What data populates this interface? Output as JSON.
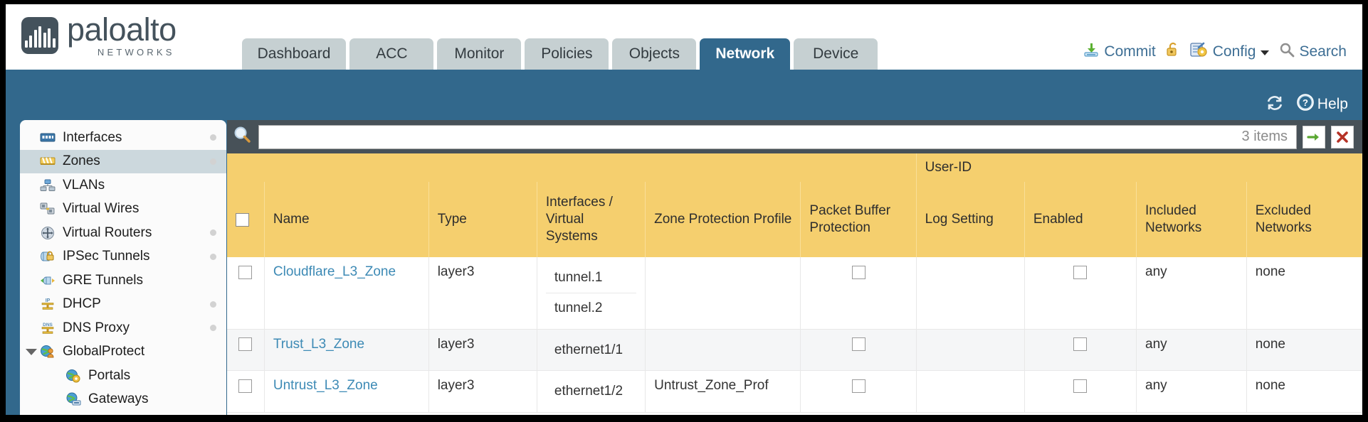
{
  "brand": {
    "name": "paloalto",
    "tagline": "NETWORKS",
    "registered": "®"
  },
  "nav": {
    "tabs": [
      {
        "label": "Dashboard",
        "active": false
      },
      {
        "label": "ACC",
        "active": false
      },
      {
        "label": "Monitor",
        "active": false
      },
      {
        "label": "Policies",
        "active": false
      },
      {
        "label": "Objects",
        "active": false
      },
      {
        "label": "Network",
        "active": true
      },
      {
        "label": "Device",
        "active": false
      }
    ]
  },
  "top_actions": {
    "commit": "Commit",
    "lock": "",
    "config": "Config",
    "search": "Search"
  },
  "blueband": {
    "refresh": "",
    "help": "Help"
  },
  "sidebar": {
    "items": [
      {
        "label": "Interfaces",
        "icon": "interfaces-icon",
        "selected": false,
        "dot": true,
        "child": false,
        "caret": false
      },
      {
        "label": "Zones",
        "icon": "zones-icon",
        "selected": true,
        "dot": true,
        "child": false,
        "caret": false
      },
      {
        "label": "VLANs",
        "icon": "vlans-icon",
        "selected": false,
        "dot": false,
        "child": false,
        "caret": false
      },
      {
        "label": "Virtual Wires",
        "icon": "virtual-wires-icon",
        "selected": false,
        "dot": false,
        "child": false,
        "caret": false
      },
      {
        "label": "Virtual Routers",
        "icon": "virtual-routers-icon",
        "selected": false,
        "dot": true,
        "child": false,
        "caret": false
      },
      {
        "label": "IPSec Tunnels",
        "icon": "ipsec-tunnels-icon",
        "selected": false,
        "dot": true,
        "child": false,
        "caret": false
      },
      {
        "label": "GRE Tunnels",
        "icon": "gre-tunnels-icon",
        "selected": false,
        "dot": false,
        "child": false,
        "caret": false
      },
      {
        "label": "DHCP",
        "icon": "dhcp-icon",
        "selected": false,
        "dot": true,
        "child": false,
        "caret": false
      },
      {
        "label": "DNS Proxy",
        "icon": "dns-proxy-icon",
        "selected": false,
        "dot": true,
        "child": false,
        "caret": false
      },
      {
        "label": "GlobalProtect",
        "icon": "globalprotect-icon",
        "selected": false,
        "dot": false,
        "child": false,
        "caret": true
      },
      {
        "label": "Portals",
        "icon": "portals-icon",
        "selected": false,
        "dot": false,
        "child": true,
        "caret": false
      },
      {
        "label": "Gateways",
        "icon": "gateways-icon",
        "selected": false,
        "dot": false,
        "child": true,
        "caret": false
      }
    ]
  },
  "search": {
    "value": "",
    "placeholder": "",
    "item_count": "3 items",
    "apply_label": "",
    "clear_label": ""
  },
  "table": {
    "group_header": "User-ID",
    "columns": [
      "Name",
      "Type",
      "Interfaces / Virtual Systems",
      "Zone Protection Profile",
      "Packet Buffer Protection",
      "Log Setting",
      "Enabled",
      "Included Networks",
      "Excluded Networks"
    ],
    "rows": [
      {
        "selected": false,
        "name": "Cloudflare_L3_Zone",
        "type": "layer3",
        "interfaces": [
          "tunnel.1",
          "tunnel.2"
        ],
        "zone_protection_profile": "",
        "packet_buffer_protection": false,
        "log_setting": "",
        "userid_enabled": false,
        "included_networks": "any",
        "excluded_networks": "none"
      },
      {
        "selected": false,
        "name": "Trust_L3_Zone",
        "type": "layer3",
        "interfaces": [
          "ethernet1/1"
        ],
        "zone_protection_profile": "",
        "packet_buffer_protection": false,
        "log_setting": "",
        "userid_enabled": false,
        "included_networks": "any",
        "excluded_networks": "none"
      },
      {
        "selected": false,
        "name": "Untrust_L3_Zone",
        "type": "layer3",
        "interfaces": [
          "ethernet1/2"
        ],
        "zone_protection_profile": "Untrust_Zone_Prof",
        "packet_buffer_protection": false,
        "log_setting": "",
        "userid_enabled": false,
        "included_networks": "any",
        "excluded_networks": "none"
      }
    ]
  },
  "colors": {
    "brand_dark": "#44525c",
    "header_blue": "#32688c",
    "tab_grey": "#c6d0d2",
    "table_header_yellow": "#f5cf6e",
    "group_header_yellow": "#e2b950",
    "link_blue": "#3d8ab5",
    "panel_dark": "#475158"
  }
}
